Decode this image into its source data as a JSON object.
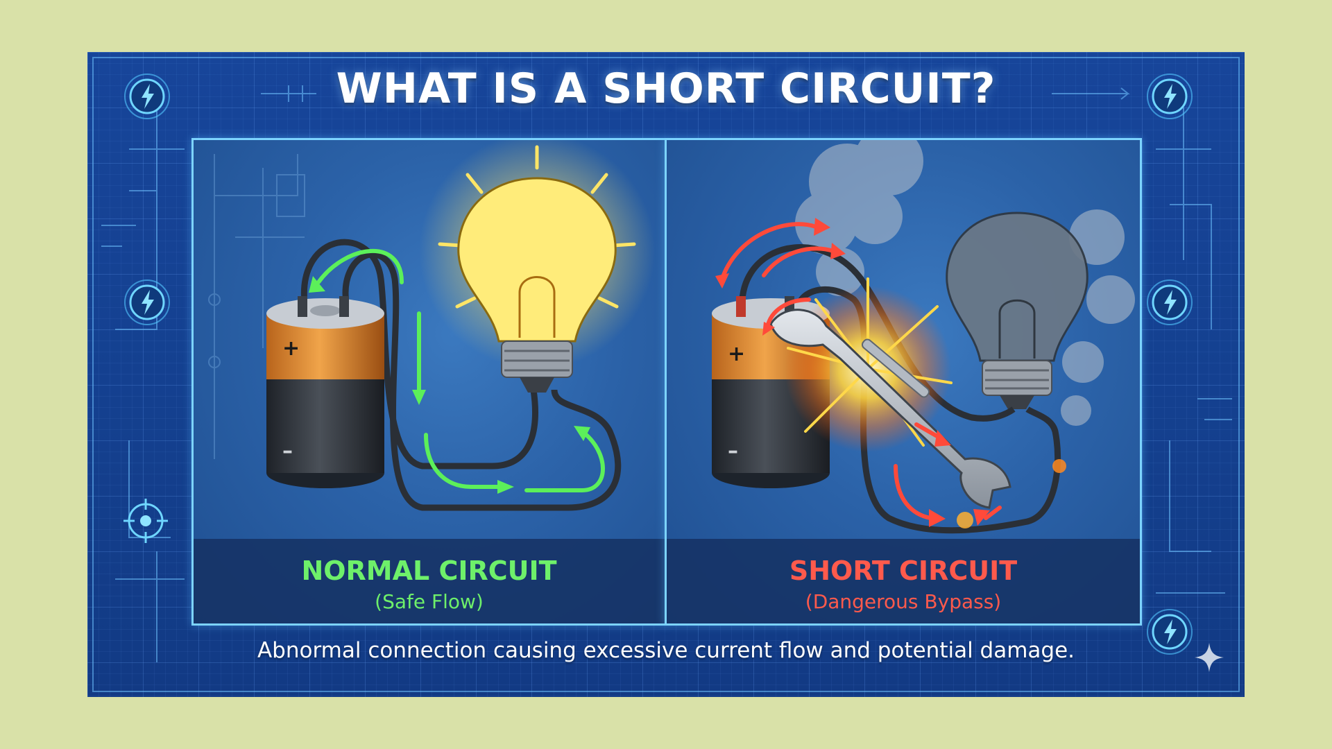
{
  "title": "WHAT IS A SHORT CIRCUIT?",
  "panels": {
    "normal": {
      "label": "NORMAL CIRCUIT",
      "sublabel": "(Safe Flow)",
      "color": "#6ef06a"
    },
    "short": {
      "label": "SHORT CIRCUIT",
      "sublabel": "(Dangerous Bypass)",
      "color": "#ff5a4c"
    }
  },
  "caption": "Abnormal connection causing excessive current flow and potential damage.",
  "battery": {
    "plus": "+",
    "minus": "–"
  },
  "icons": [
    "lightning-bolt-icon",
    "target-icon",
    "sparkle-icon"
  ],
  "colors": {
    "background": "#d9e1a8",
    "blueprint": "#17459a",
    "accent": "#7dd4ff",
    "flow_safe": "#6ef06a",
    "flow_danger": "#ff4a3a"
  }
}
